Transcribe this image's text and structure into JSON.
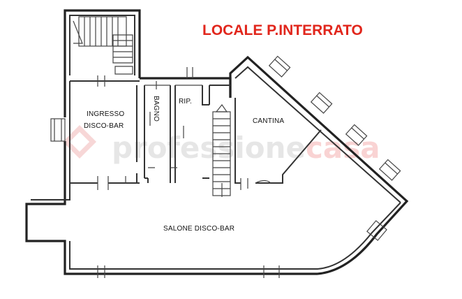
{
  "title": "LOCALE P.INTERRATO",
  "watermark": {
    "brand_a": "professione",
    "brand_b": "casa",
    "color_a": "#cfcfcf",
    "color_b": "#f4c9c9",
    "logo_color": "#f2b8b8"
  },
  "rooms": {
    "ingresso_line1": "INGRESSO",
    "ingresso_line2": "DISCO-BAR",
    "bagno": "BAGNO",
    "rip": "RIP.",
    "cantina": "CANTINA",
    "salone": "SALONE DISCO-BAR"
  },
  "colors": {
    "title": "#e1261c",
    "walls": "#222222"
  }
}
